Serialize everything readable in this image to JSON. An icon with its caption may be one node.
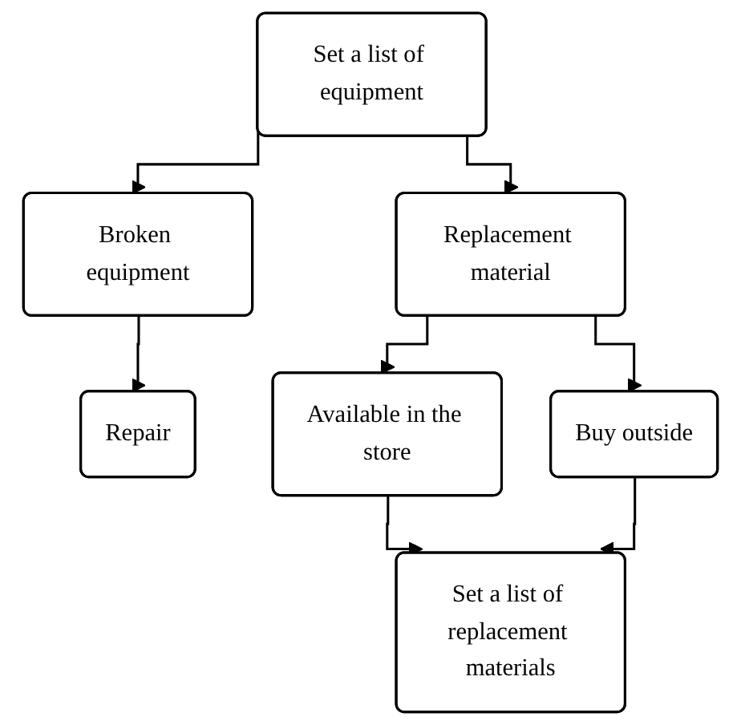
{
  "diagram": {
    "nodes": [
      {
        "text": [
          "Set a list of equipment"
        ]
      },
      {
        "text": [
          "Broken equipment"
        ]
      },
      {
        "text": [
          "Replacement material"
        ]
      },
      {
        "text": [
          "Repair"
        ]
      },
      {
        "text": [
          "Available in the store"
        ]
      },
      {
        "text": [
          "Buy outside"
        ]
      },
      {
        "text": [
          "Set a list of replacement materials"
        ]
      }
    ],
    "edges": [
      {
        "from": 0,
        "to": 1,
        "arrow": "to"
      },
      {
        "from": 0,
        "to": 2,
        "arrow": "to"
      },
      {
        "from": 1,
        "to": 3,
        "arrow": "to"
      },
      {
        "from": 2,
        "to": 4,
        "arrow": "to"
      },
      {
        "from": 2,
        "to": 5,
        "arrow": "to"
      },
      {
        "from": 4,
        "to": 6,
        "arrow": "to"
      },
      {
        "from": 5,
        "to": 6,
        "arrow": "to"
      }
    ]
  }
}
